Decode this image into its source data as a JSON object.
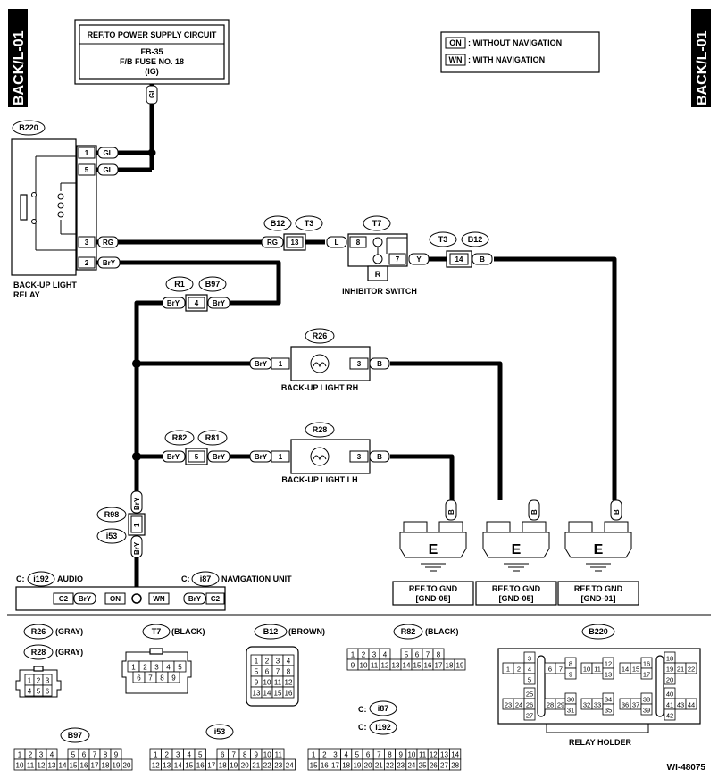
{
  "page_code": "BACK/L-01",
  "drawing_id": "WI-48075",
  "legend": [
    {
      "code": "ON",
      "text": ": WITHOUT NAVIGATION"
    },
    {
      "code": "WN",
      "text": ": WITH NAVIGATION"
    }
  ],
  "power_ref": {
    "title": "REF.TO POWER SUPPLY CIRCUIT",
    "line1": "FB-35",
    "line2": "F/B FUSE NO. 18",
    "line3": "(IG)",
    "wire": "GL"
  },
  "relay": {
    "conn": "B220",
    "name1": "BACK-UP LIGHT",
    "name2": "RELAY",
    "pins": [
      {
        "n": "1",
        "w": "GL"
      },
      {
        "n": "5",
        "w": "GL"
      },
      {
        "n": "3",
        "w": "RG"
      },
      {
        "n": "2",
        "w": "BrY"
      }
    ]
  },
  "inhibitor": {
    "name": "INHIBITOR SWITCH",
    "conn": "T7",
    "pin_in": "8",
    "pin_out": "7",
    "pos": "R",
    "wire_in": "L",
    "wire_out": "Y",
    "jc1": {
      "a": "B12",
      "b": "T3",
      "pin": "13",
      "w": "RG"
    },
    "jc2": {
      "a": "T3",
      "b": "B12",
      "pin": "14",
      "w": "B"
    }
  },
  "joint_r1": {
    "a": "R1",
    "b": "B97",
    "pin": "4",
    "w1": "BrY",
    "w2": "BrY"
  },
  "joint_r82": {
    "a": "R82",
    "b": "R81",
    "pin": "5",
    "w1": "BrY",
    "w2": "BrY"
  },
  "joint_r98": {
    "a": "R98",
    "b": "i53",
    "pin": "1",
    "w1": "BrY",
    "w2": "BrY"
  },
  "lamp_rh": {
    "conn": "R26",
    "name": "BACK-UP LIGHT RH",
    "p1": "1",
    "p3": "3",
    "win": "BrY",
    "wout": "B"
  },
  "lamp_lh": {
    "conn": "R28",
    "name": "BACK-UP LIGHT LH",
    "p1": "1",
    "p3": "3",
    "win": "BrY",
    "wout": "B"
  },
  "bottom": {
    "audio_prefix": "C:",
    "audio_conn": "i192",
    "audio_name": "AUDIO",
    "nav_prefix": "C:",
    "nav_conn": "i87",
    "nav_name": "NAVIGATION UNIT",
    "c2a": "C2",
    "c2b": "C2",
    "w1": "BrY",
    "w2": "BrY",
    "on": "ON",
    "wn": "WN"
  },
  "grounds": [
    {
      "sym": "E",
      "wire": "B",
      "ref1": "REF.TO GND",
      "ref2": "[GND-05]"
    },
    {
      "sym": "E",
      "wire": "B",
      "ref1": "REF.TO GND",
      "ref2": "[GND-05]"
    },
    {
      "sym": "E",
      "wire": "B",
      "ref1": "REF.TO GND",
      "ref2": "[GND-01]"
    }
  ],
  "connectors": {
    "r26": {
      "id": "R26",
      "note": "(GRAY)"
    },
    "r28": {
      "id": "R28",
      "note": "(GRAY)",
      "rows": [
        [
          "1",
          "2",
          "3"
        ],
        [
          "4",
          "5",
          "6"
        ]
      ]
    },
    "t7": {
      "id": "T7",
      "note": "(BLACK)",
      "rows": [
        [
          "1",
          "2",
          "3",
          "4",
          "5"
        ],
        [
          "6",
          "7",
          "8",
          "9"
        ]
      ]
    },
    "b12": {
      "id": "B12",
      "note": "(BROWN)",
      "rows": [
        [
          "1",
          "2",
          "3",
          "4"
        ],
        [
          "5",
          "6",
          "7",
          "8"
        ],
        [
          "9",
          "10",
          "11",
          "12"
        ],
        [
          "13",
          "14",
          "15",
          "16"
        ]
      ]
    },
    "r82": {
      "id": "R82",
      "note": "(BLACK)",
      "top": [
        "1",
        "2",
        "3",
        "4",
        "",
        "5",
        "6",
        "7",
        "8"
      ],
      "bot": [
        "9",
        "10",
        "11",
        "12",
        "13",
        "14",
        "15",
        "16",
        "17",
        "18",
        "19"
      ]
    },
    "b220": {
      "id": "B220",
      "holder": "RELAY HOLDER"
    },
    "b97": {
      "id": "B97",
      "top": [
        "1",
        "2",
        "3",
        "4",
        "",
        "5",
        "6",
        "7",
        "8",
        "9"
      ],
      "bot": [
        "10",
        "11",
        "12",
        "13",
        "14",
        "15",
        "16",
        "17",
        "18",
        "19",
        "20"
      ]
    },
    "i53": {
      "id": "i53",
      "top": [
        "1",
        "2",
        "3",
        "4",
        "5",
        "",
        "6",
        "7",
        "8",
        "9",
        "10",
        "11"
      ],
      "bot": [
        "12",
        "13",
        "14",
        "15",
        "16",
        "17",
        "18",
        "19",
        "20",
        "21",
        "22",
        "23",
        "24"
      ]
    },
    "i87": {
      "prefix": "C:",
      "id": "i87"
    },
    "i192": {
      "prefix": "C:",
      "id": "i192",
      "top": [
        "1",
        "2",
        "3",
        "4",
        "5",
        "6",
        "7",
        "8",
        "9",
        "10",
        "11",
        "12",
        "13",
        "14"
      ],
      "bot": [
        "15",
        "16",
        "17",
        "18",
        "19",
        "20",
        "21",
        "22",
        "23",
        "24",
        "25",
        "26",
        "27",
        "28"
      ]
    }
  }
}
